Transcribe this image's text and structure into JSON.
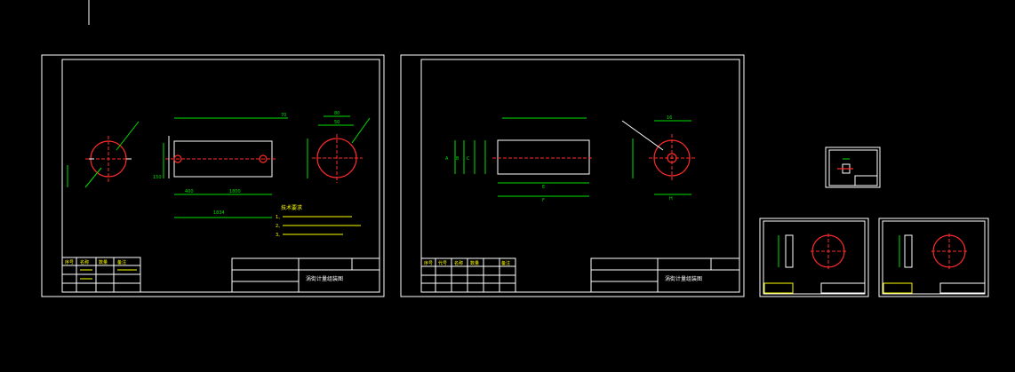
{
  "canvas": {
    "background": "#000000",
    "colors": {
      "border": "#ffffff",
      "dimension": "#00e000",
      "object": "#ff2a2a",
      "note": "#ffff00",
      "hatch": "#00ffff"
    }
  },
  "sheet1": {
    "dims": {
      "d1": "70",
      "d2": "1834",
      "d3": "400",
      "d4": "1800",
      "d5": "80",
      "d6": "50",
      "d7": "150"
    },
    "notes": {
      "title": "技术要求",
      "n1": "1、",
      "n2": "2、",
      "n3": "3、"
    },
    "title_block": {
      "drawing_name": "涡街计量组装图"
    },
    "bom_headers": [
      "序号",
      "名称",
      "数量",
      "备注"
    ]
  },
  "sheet2": {
    "dims": {
      "a": "A",
      "b": "B",
      "c": "C",
      "e": "E",
      "f": "F",
      "h": "H",
      "d16": "16"
    },
    "title_block": {
      "drawing_name": "涡街计量组装图"
    },
    "bom_headers": [
      "序号",
      "代号",
      "名称",
      "数量",
      "备注"
    ]
  },
  "sheet3": {
    "label": ""
  },
  "sheet4": {
    "label": ""
  },
  "sheet5": {
    "label": ""
  }
}
